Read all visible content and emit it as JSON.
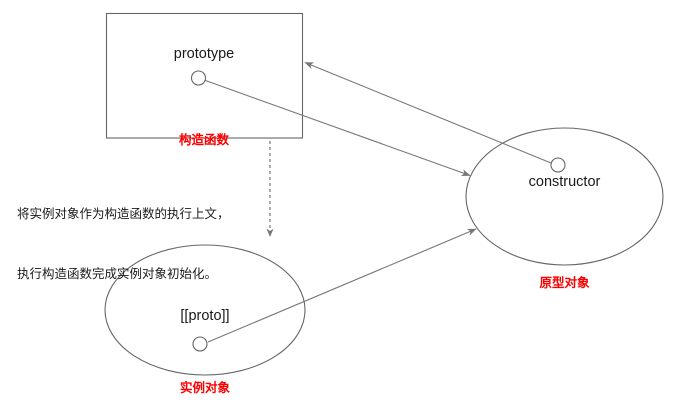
{
  "diagram": {
    "title": "JavaScript prototype chain diagram",
    "colors": {
      "stroke": "#666666",
      "line": "#777777",
      "label_red": "#ff0000",
      "text": "#1a1a1a",
      "background": "#ffffff"
    },
    "nodes": {
      "constructor_function_box": {
        "inner_label": "prototype",
        "red_label": "构造函数",
        "shape": "rectangle"
      },
      "prototype_object_ellipse": {
        "inner_label": "constructor",
        "red_label": "原型对象",
        "shape": "ellipse"
      },
      "instance_object_ellipse": {
        "inner_label": "[[proto]]",
        "red_label": "实例对象",
        "shape": "ellipse"
      }
    },
    "note": {
      "line1": "将实例对象作为构造函数的执行上文，",
      "line2": "执行构造函数完成实例对象初始化。"
    },
    "edges": [
      {
        "name": "prototype-to-prototype-object",
        "from": "prototype",
        "to": "原型对象",
        "style": "solid-arrow"
      },
      {
        "name": "constructor-to-constructor-function",
        "from": "constructor",
        "to": "构造函数",
        "style": "solid-arrow"
      },
      {
        "name": "proto-to-prototype-object",
        "from": "[[proto]]",
        "to": "原型对象",
        "style": "solid-arrow"
      },
      {
        "name": "constructor-function-to-instance",
        "from": "构造函数",
        "to": "实例对象",
        "style": "dashed-arrow"
      }
    ]
  }
}
